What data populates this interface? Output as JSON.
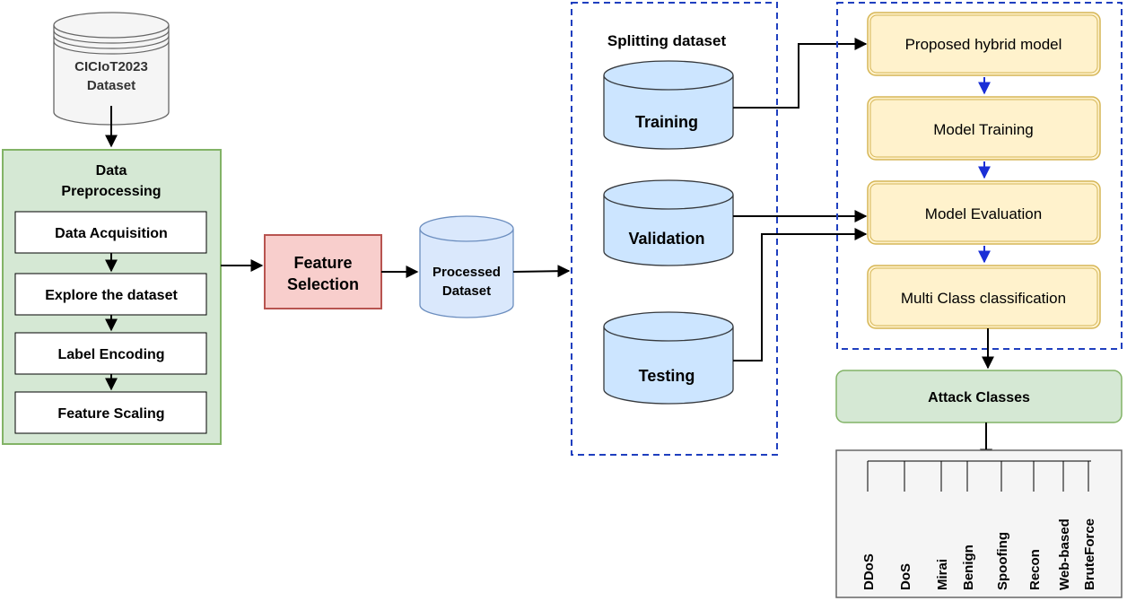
{
  "dataset": {
    "line1": "CICIoT2023",
    "line2": "Dataset"
  },
  "preprocessing": {
    "title_line1": "Data",
    "title_line2": "Preprocessing",
    "steps": [
      "Data Acquisition",
      "Explore the dataset",
      "Label Encoding",
      "Feature Scaling"
    ]
  },
  "feature_selection": {
    "line1": "Feature",
    "line2": "Selection"
  },
  "processed": {
    "line1": "Processed",
    "line2": "Dataset"
  },
  "splitting": {
    "title": "Splitting dataset",
    "sets": [
      "Training",
      "Validation",
      "Testing"
    ]
  },
  "model_pipeline": [
    "Proposed hybrid model",
    "Model Training",
    "Model Evaluation",
    "Multi Class classification"
  ],
  "attack_classes": {
    "title": "Attack Classes",
    "labels": [
      "DDoS",
      "DoS",
      "Mirai",
      "Benign",
      "Spoofing",
      "Recon",
      "Web-based",
      "BruteForce"
    ]
  },
  "colors": {
    "green_fill": "#d5e8d4",
    "green_stroke": "#82b366",
    "red_fill": "#f8cecc",
    "red_stroke": "#b85450",
    "blue_fill": "#dae8fc",
    "blue_stroke": "#6c8ebf",
    "cyl_blue_fill": "#cce5ff",
    "cyl_blue_stroke": "#36393d",
    "yellow_fill": "#fff2cc",
    "yellow_stroke": "#d6b656",
    "dashed_blue": "#1f3fbf",
    "gray_fill": "#f5f5f5",
    "gray_stroke": "#666666",
    "blue_arrow": "#1a2fd6"
  }
}
